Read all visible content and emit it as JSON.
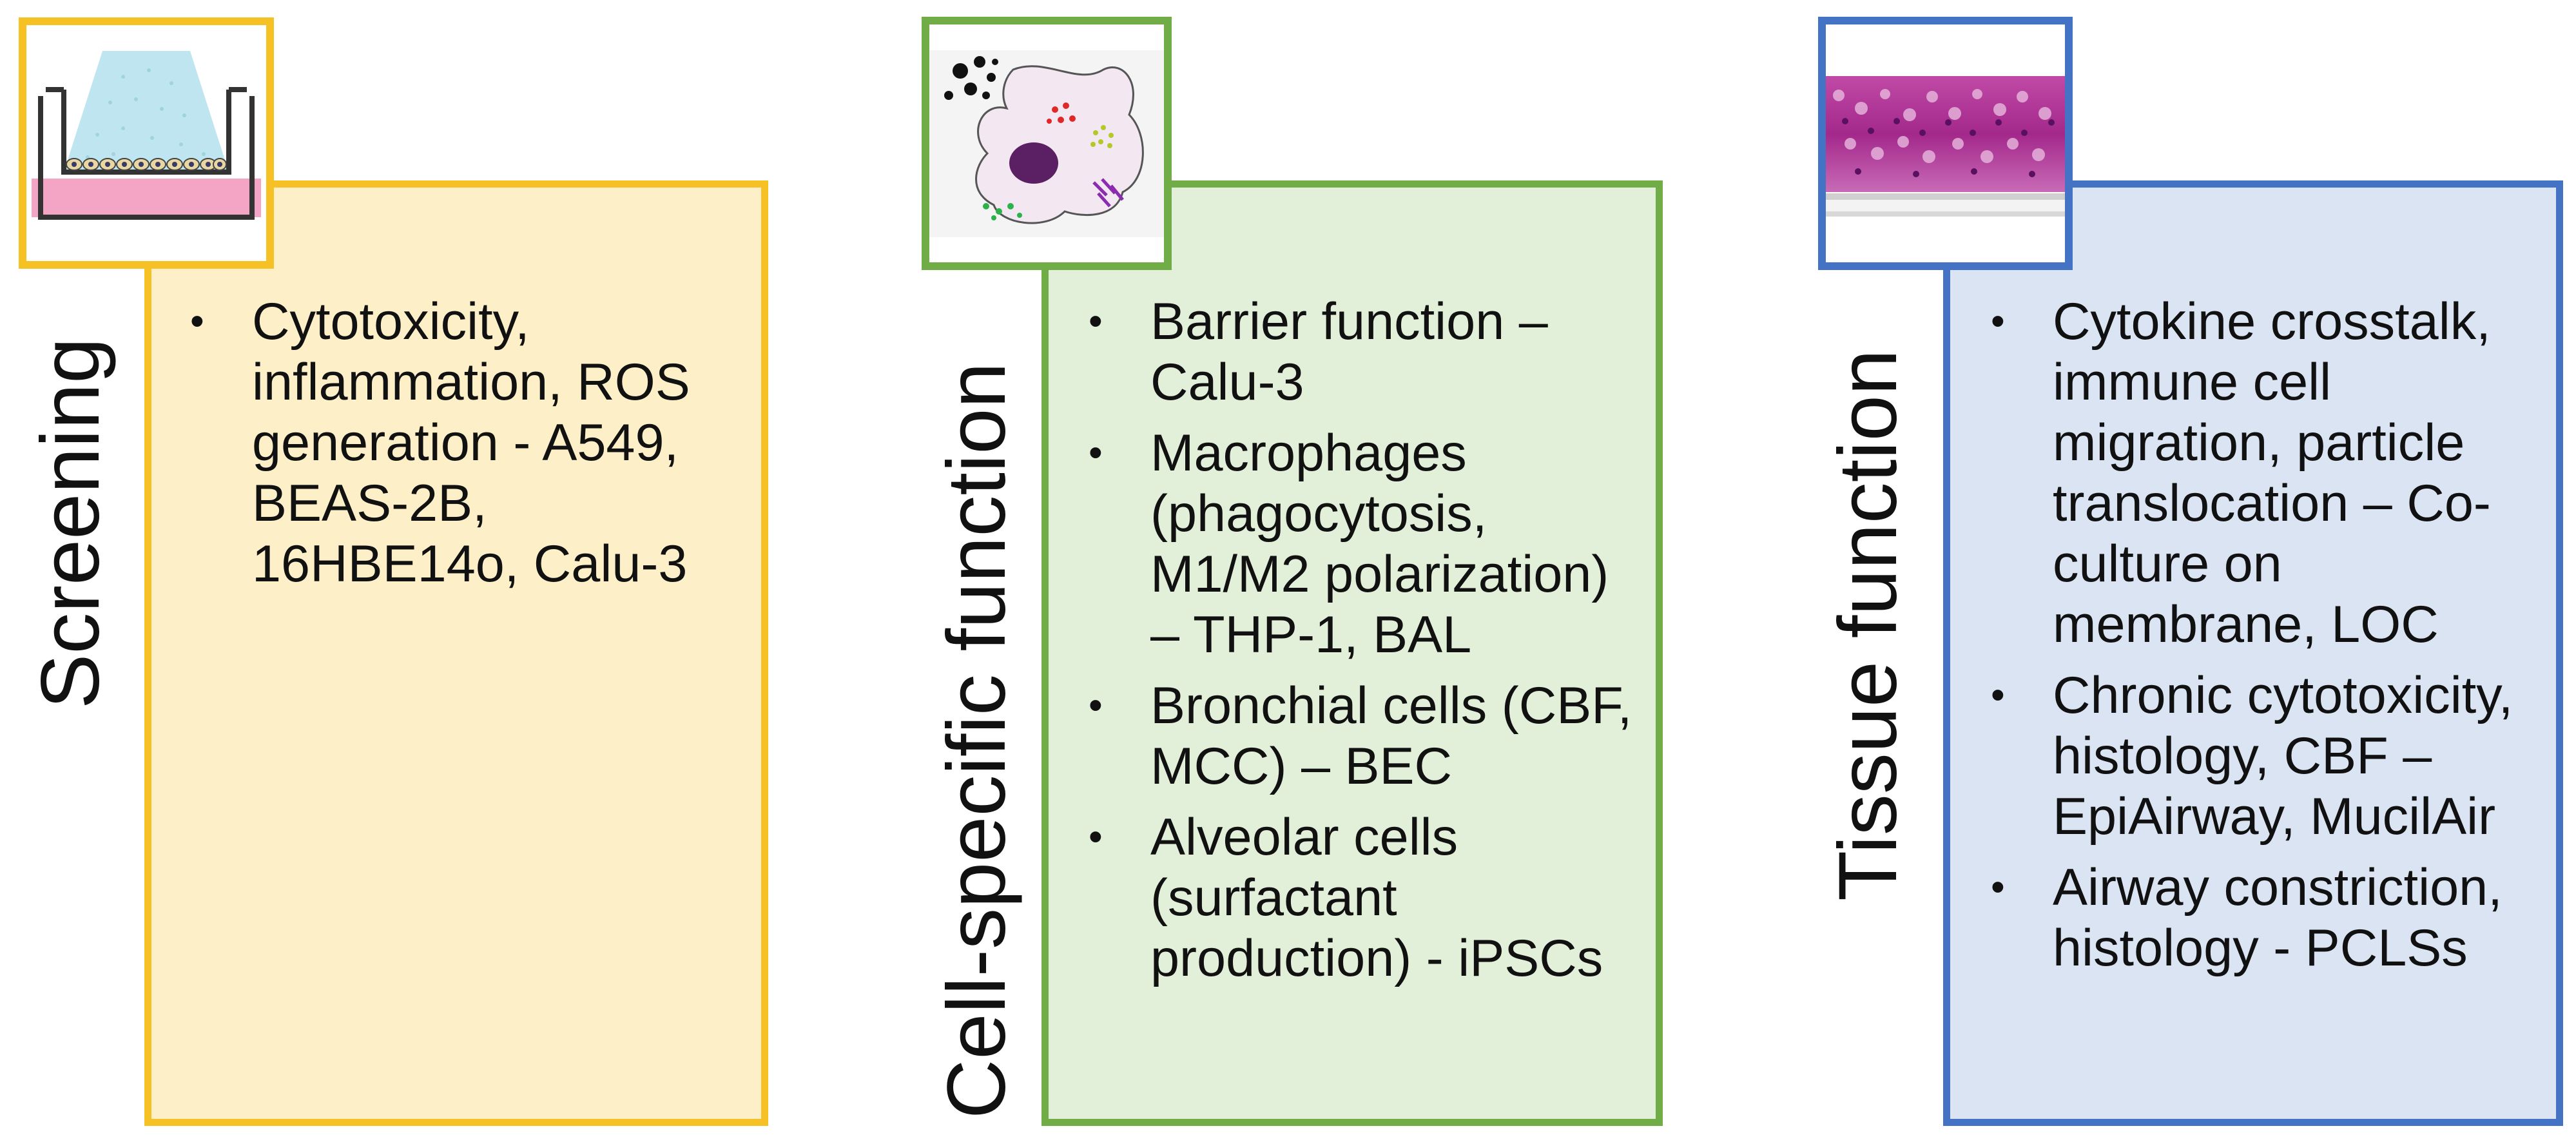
{
  "panels": [
    {
      "title": "Screening",
      "color": "#f5c125",
      "fill": "#fdf0c9",
      "icon": "transwell-insert-icon",
      "items": [
        "Cytotoxicity, inflammation, ROS generation - A549, BEAS-2B, 16HBE14o, Calu-3"
      ]
    },
    {
      "title": "Cell-specific function",
      "color": "#70ad47",
      "fill": "#e2efd9",
      "icon": "macrophage-cell-icon",
      "items": [
        "Barrier function – Calu-3",
        "Macrophages (phagocytosis, M1/M2 polarization) – THP-1, BAL",
        "Bronchial cells (CBF, MCC) – BEC",
        "Alveolar cells (surfactant production) - iPSCs"
      ]
    },
    {
      "title": "Tissue function",
      "color": "#4472c4",
      "fill": "#dae4f3",
      "icon": "tissue-histology-icon",
      "items": [
        "Cytokine crosstalk, immune cell migration, particle translocation – Co-culture on membrane, LOC",
        "Chronic cytotoxicity, histology, CBF – EpiAirway, MucilAir",
        "Airway constriction, histology - PCLSs"
      ]
    }
  ]
}
